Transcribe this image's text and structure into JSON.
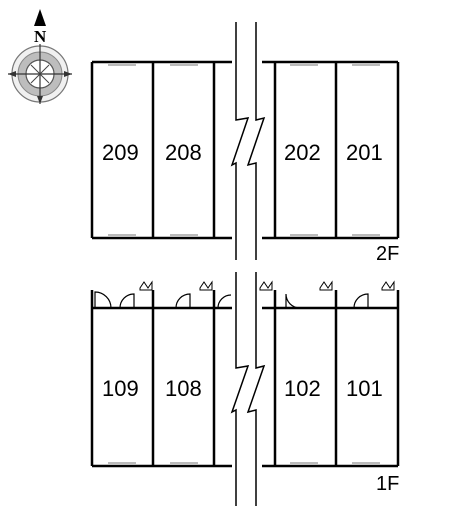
{
  "compass": {
    "north_label": "N",
    "icon": "compass-rose-icon"
  },
  "floors": [
    {
      "label": "2F",
      "units": [
        "209",
        "208",
        "202",
        "201"
      ]
    },
    {
      "label": "1F",
      "units": [
        "109",
        "108",
        "102",
        "101"
      ]
    }
  ]
}
